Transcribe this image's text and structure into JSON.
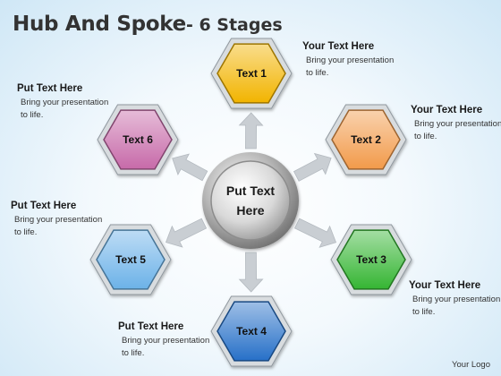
{
  "title": {
    "main": "Hub And Spoke",
    "sub": "- 6 Stages"
  },
  "hub": {
    "line1": "Put Text",
    "line2": "Here"
  },
  "stages": [
    {
      "label": "Text 1",
      "color": "#f2b400"
    },
    {
      "label": "Text 2",
      "color": "#f29a4a"
    },
    {
      "label": "Text 3",
      "color": "#35b533"
    },
    {
      "label": "Text 4",
      "color": "#2770c8"
    },
    {
      "label": "Text 5",
      "color": "#6cb2e8"
    },
    {
      "label": "Text 6",
      "color": "#c76aa9"
    }
  ],
  "notes": [
    {
      "heading": "Your Text Here",
      "body": "Bring your presentation to life."
    },
    {
      "heading": "Put Text Here",
      "body": "Bring your presentation to life."
    },
    {
      "heading": "Your Text Here",
      "body": "Bring your presentation to life."
    },
    {
      "heading": "Put Text Here",
      "body": "Bring your presentation to life."
    },
    {
      "heading": "Your Text Here",
      "body": "Bring your presentation to life."
    },
    {
      "heading": "Put Text Here",
      "body": "Bring your presentation to life."
    }
  ],
  "footer": {
    "logo": "Your Logo"
  }
}
